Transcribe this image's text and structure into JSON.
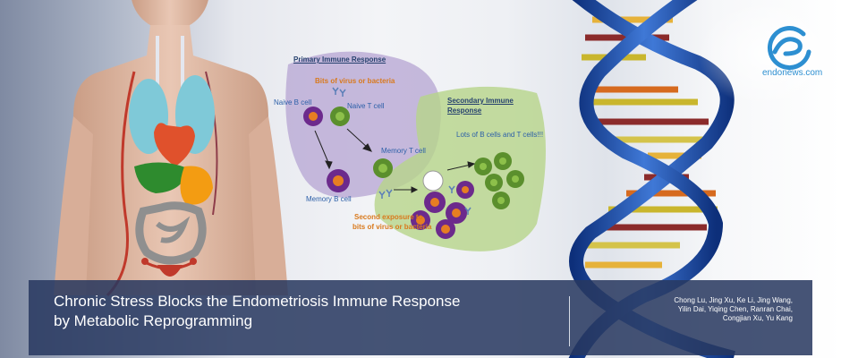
{
  "diagram": {
    "primary_heading": "Primary Immune Response",
    "bits_label": "Bits of virus or bacteria",
    "naive_b_label": "Naive B cell",
    "naive_t_label": "Naive T cell",
    "memory_t_label": "Memory T cell",
    "memory_b_label": "Memory B cell",
    "second_exposure_line1": "Second exposure to",
    "second_exposure_line2": "bits of virus or bacteria",
    "secondary_heading_line1": "Secondary Immune",
    "secondary_heading_line2": "Response",
    "lots_label": "Lots of B cells and T cells!!!"
  },
  "brand": {
    "logo_icon": "endonews-e-logo",
    "site": "endonews.com",
    "color": "#2d8fd1"
  },
  "banner": {
    "title_line1": "Chronic Stress Blocks the Endometriosis Immune Response",
    "title_line2": "by Metabolic Reprogramming",
    "authors": [
      "Chong Lu, Jing Xu, Ke Li, Jing Wang,",
      "Yilin Dai, Yiqing Chen, Ranran Chai,",
      "Congjian Xu, Yu Kang"
    ]
  }
}
